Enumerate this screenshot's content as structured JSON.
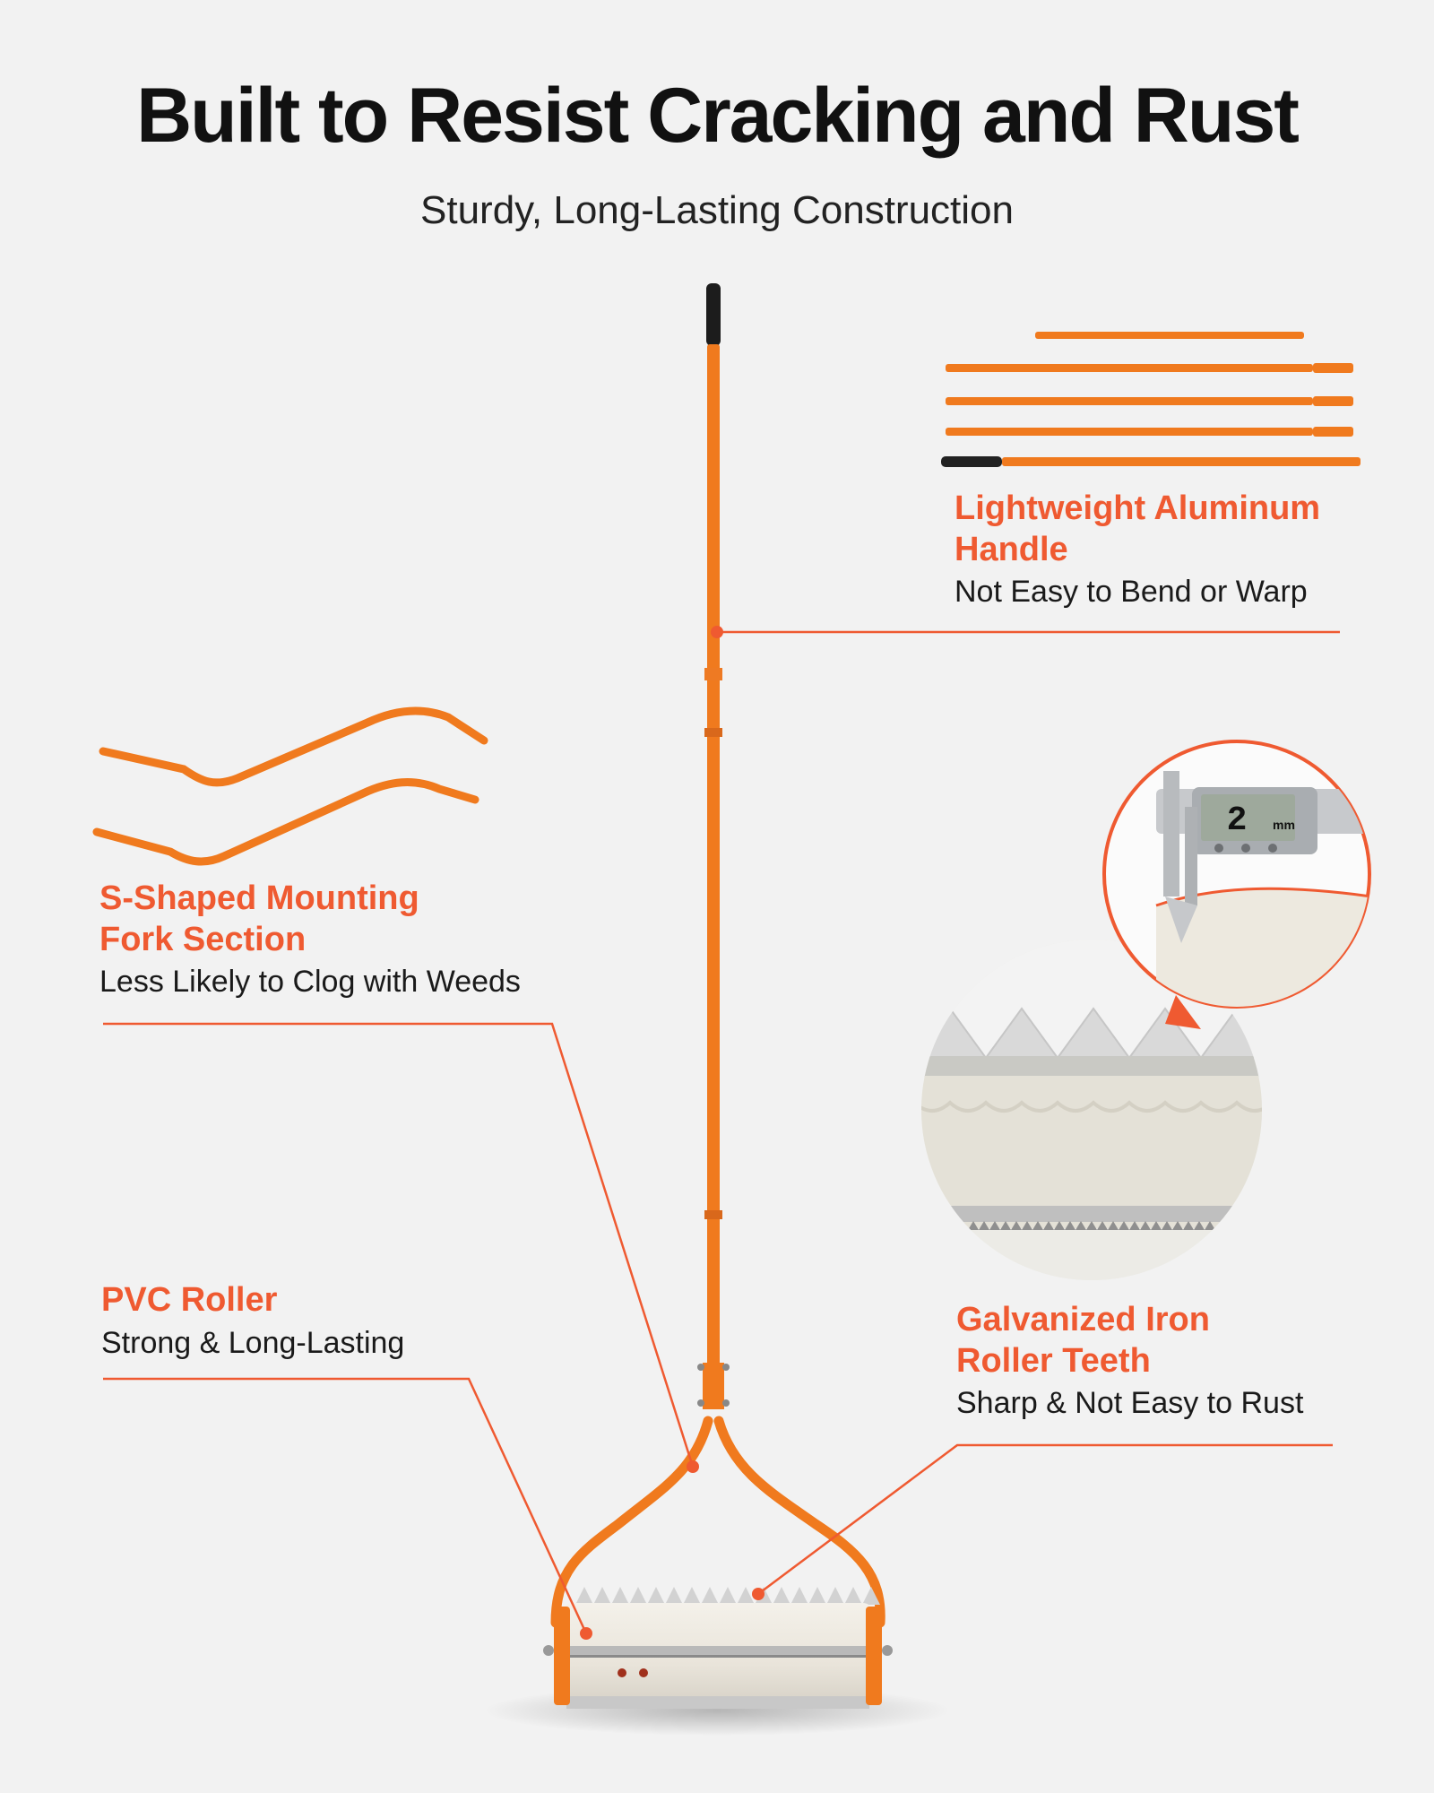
{
  "header": {
    "title": "Built to Resist Cracking and Rust",
    "subtitle": "Sturdy, Long-Lasting Construction"
  },
  "features": {
    "handle": {
      "title_line1": "Lightweight Aluminum",
      "title_line2": "Handle",
      "description": "Not Easy to Bend or Warp"
    },
    "fork": {
      "title_line1": "S-Shaped Mounting",
      "title_line2": "Fork Section",
      "description": "Less Likely to Clog with Weeds"
    },
    "roller": {
      "title_line1": "PVC Roller",
      "description": "Strong & Long-Lasting"
    },
    "teeth": {
      "title_line1": "Galvanized Iron",
      "title_line2": "Roller Teeth",
      "description": "Sharp & Not Easy to Rust"
    }
  },
  "caliper": {
    "reading": "2",
    "unit": "mm"
  },
  "colors": {
    "accent": "#ef5a31",
    "handle_orange": "#f07a1e",
    "background": "#f2f2f2"
  }
}
